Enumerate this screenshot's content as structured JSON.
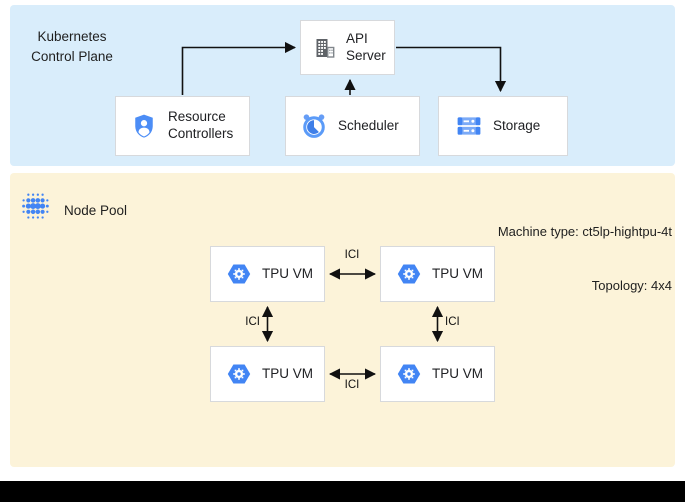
{
  "diagram": {
    "control_plane": {
      "title": "Kubernetes Control Plane",
      "nodes": {
        "api_server": "API Server",
        "resource_controllers": "Resource Controllers",
        "scheduler": "Scheduler",
        "storage": "Storage"
      }
    },
    "node_pool": {
      "title": "Node Pool",
      "machine_type": "Machine type: ct5lp-hightpu-4t",
      "topology": "Topology: 4x4",
      "interconnect_label": "ICI",
      "vms": [
        {
          "label": "TPU VM"
        },
        {
          "label": "TPU VM"
        },
        {
          "label": "TPU VM"
        },
        {
          "label": "TPU VM"
        }
      ]
    },
    "colors": {
      "control_plane_bg": "#d9edfb",
      "node_pool_bg": "#fcf3d9",
      "google_blue": "#4285f4",
      "icon_blue_light": "#7baaf7",
      "box_border": "#d7d9dc",
      "arrow": "#111111"
    }
  }
}
